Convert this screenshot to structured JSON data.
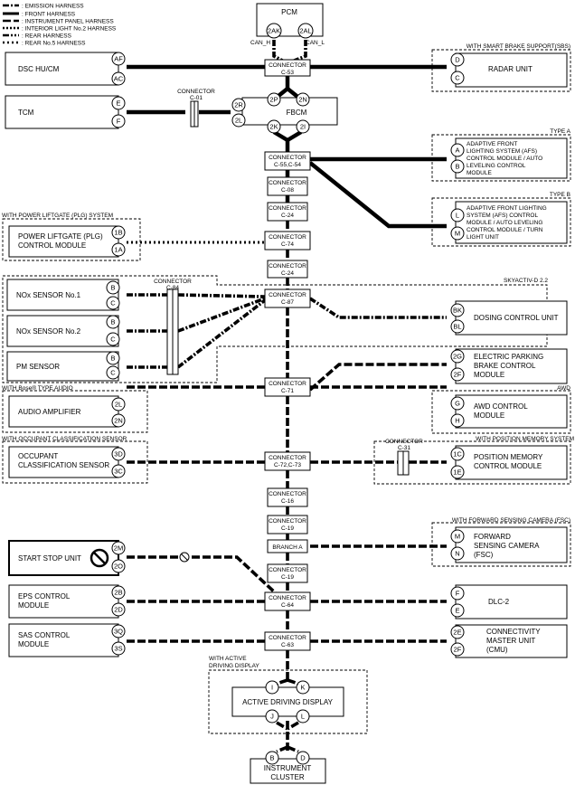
{
  "legend": [
    {
      "label": ": EMISSION HARNESS",
      "style": "emission"
    },
    {
      "label": ": FRONT HARNESS",
      "style": "front"
    },
    {
      "label": ": INSTRUMENT PANEL HARNESS",
      "style": "instrument-panel"
    },
    {
      "label": ": INTERIOR LIGHT No.2 HARNESS",
      "style": "interior-light-2"
    },
    {
      "label": ": REAR HARNESS",
      "style": "rear"
    },
    {
      "label": ": REAR No.5 HARNESS",
      "style": "rear-5"
    }
  ],
  "pcm": {
    "name": "PCM",
    "pins": [
      "2AK",
      "2AL"
    ],
    "can_h": "CAN_H",
    "can_l": "CAN_L"
  },
  "connectors": [
    {
      "name": "CONNECTOR",
      "id": "C-53"
    },
    {
      "name": "CONNECTOR",
      "id": "C-55,C-54"
    },
    {
      "name": "CONNECTOR",
      "id": "C-08"
    },
    {
      "name": "CONNECTOR",
      "id": "C-24"
    },
    {
      "name": "CONNECTOR",
      "id": "C-74"
    },
    {
      "name": "CONNECTOR",
      "id": "C-24"
    },
    {
      "name": "CONNECTOR",
      "id": "C-87"
    },
    {
      "name": "CONNECTOR",
      "id": "C-71"
    },
    {
      "name": "CONNECTOR",
      "id": "C-72,C-73"
    },
    {
      "name": "CONNECTOR",
      "id": "C-16"
    },
    {
      "name": "CONNECTOR",
      "id": "C-19"
    },
    {
      "name": "CONNECTOR",
      "id": "C-19"
    },
    {
      "name": "CONNECTOR",
      "id": "C-64"
    },
    {
      "name": "CONNECTOR",
      "id": "C-63"
    }
  ],
  "branch": "BRANCH A",
  "inline_connectors": [
    {
      "name": "CONNECTOR",
      "id": "C-01"
    },
    {
      "name": "CONNECTOR",
      "id": "C-84"
    },
    {
      "name": "CONNECTOR",
      "id": "C-31"
    }
  ],
  "fbcm": {
    "name": "FBCM",
    "pins": [
      "2P",
      "2N",
      "2R",
      "2L",
      "2K",
      "2I"
    ]
  },
  "left_modules": [
    {
      "name": [
        "DSC HU/CM"
      ],
      "pins": [
        "AF",
        "AC"
      ]
    },
    {
      "name": [
        "TCM"
      ],
      "pins": [
        "E",
        "F"
      ]
    },
    {
      "name": [
        "POWER LIFTGATE (PLG)",
        "CONTROL MODULE"
      ],
      "pins": [
        "1B",
        "1A"
      ]
    },
    {
      "name": [
        "NOx SENSOR No.1"
      ],
      "pins": [
        "B",
        "C"
      ]
    },
    {
      "name": [
        "NOx SENSOR No.2"
      ],
      "pins": [
        "B",
        "C"
      ]
    },
    {
      "name": [
        "PM SENSOR"
      ],
      "pins": [
        "B",
        "C"
      ]
    },
    {
      "name": [
        "AUDIO AMPLIFIER"
      ],
      "pins": [
        "2L",
        "2N"
      ]
    },
    {
      "name": [
        "OCCUPANT",
        "CLASSIFICATION SENSOR"
      ],
      "pins": [
        "3D",
        "3C"
      ]
    },
    {
      "name": [
        "START STOP UNIT"
      ],
      "pins": [
        "2M",
        "2O"
      ]
    },
    {
      "name": [
        "EPS CONTROL",
        "MODULE"
      ],
      "pins": [
        "2B",
        "2D"
      ]
    },
    {
      "name": [
        "SAS CONTROL",
        "MODULE"
      ],
      "pins": [
        "3Q",
        "3S"
      ]
    }
  ],
  "right_modules": [
    {
      "name": [
        "RADAR UNIT"
      ],
      "pins": [
        "D",
        "C"
      ]
    },
    {
      "name": [
        "ADAPTIVE FRONT",
        "LIGHTING SYSTEM (AFS)",
        "CONTROL MODULE / AUTO",
        "LEVELING CONTROL",
        "MODULE"
      ],
      "pins": [
        "A",
        "B"
      ]
    },
    {
      "name": [
        "ADAPTIVE FRONT LIGHTING",
        "SYSTEM (AFS) CONTROL",
        "MODULE / AUTO LEVELING",
        "CONTROL MODULE / TURN",
        "LIGHT UNIT"
      ],
      "pins": [
        "L",
        "M"
      ]
    },
    {
      "name": [
        "DOSING CONTROL UNIT"
      ],
      "pins": [
        "BK",
        "BL"
      ]
    },
    {
      "name": [
        "ELECTRIC PARKING",
        "BRAKE CONTROL",
        "MODULE"
      ],
      "pins": [
        "2G",
        "2F"
      ]
    },
    {
      "name": [
        "AWD CONTROL",
        "MODULE"
      ],
      "pins": [
        "G",
        "H"
      ]
    },
    {
      "name": [
        "POSITION MEMORY",
        "CONTROL MODULE"
      ],
      "pins": [
        "1C",
        "1E"
      ]
    },
    {
      "name": [
        "FORWARD",
        "SENSING CAMERA",
        "(FSC)"
      ],
      "pins": [
        "M",
        "N"
      ]
    },
    {
      "name": [
        "DLC-2"
      ],
      "pins": [
        "F",
        "E"
      ]
    },
    {
      "name": [
        "CONNECTIVITY",
        "MASTER UNIT",
        "(CMU)"
      ],
      "pins": [
        "2E",
        "2F"
      ]
    }
  ],
  "group_labels": {
    "sbs": "WITH SMART BRAKE SUPPORT(SBS)",
    "type_a": "TYPE A",
    "type_b": "TYPE B",
    "plg": "WITH POWER LIFTGATE (PLG) SYSTEM",
    "skyactiv": "SKYACTIV-D 2.2",
    "bose": "WITH Bose® TYPE AUDIO",
    "awd": "AWD",
    "occupant": "WITH OCCUPANT CLASSIFICATION SENSOR",
    "position_memory": "WITH POSITION MEMORY SYSTEM",
    "fsc": "WITH FORWARD SENSING CAMERA (FSC)",
    "ads": [
      "WITH ACTIVE",
      "DRIVING DISPLAY"
    ]
  },
  "ads": {
    "name": "ACTIVE DRIVING DISPLAY",
    "pins": [
      "I",
      "K",
      "J",
      "L"
    ]
  },
  "cluster": {
    "name": [
      "INSTRUMENT",
      "CLUSTER"
    ],
    "pins": [
      "B",
      "D"
    ]
  }
}
